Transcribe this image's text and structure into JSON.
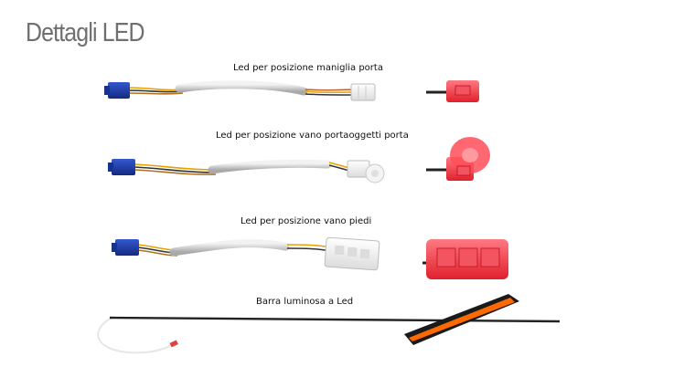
{
  "page": {
    "title": "Dettagli LED"
  },
  "items": [
    {
      "caption": "Led per posizione maniglia porta"
    },
    {
      "caption": "Led per posizione vano portaoggetti porta"
    },
    {
      "caption": "Led per posizione vano piedi"
    },
    {
      "caption": "Barra luminosa a Led"
    }
  ],
  "colors": {
    "connector_blue": "#1f3ea8",
    "led_red": "#f03a45",
    "cable_grey": "#d4d4d4",
    "bar_black": "#1a1a1a",
    "bar_orange": "#ff6a00"
  }
}
